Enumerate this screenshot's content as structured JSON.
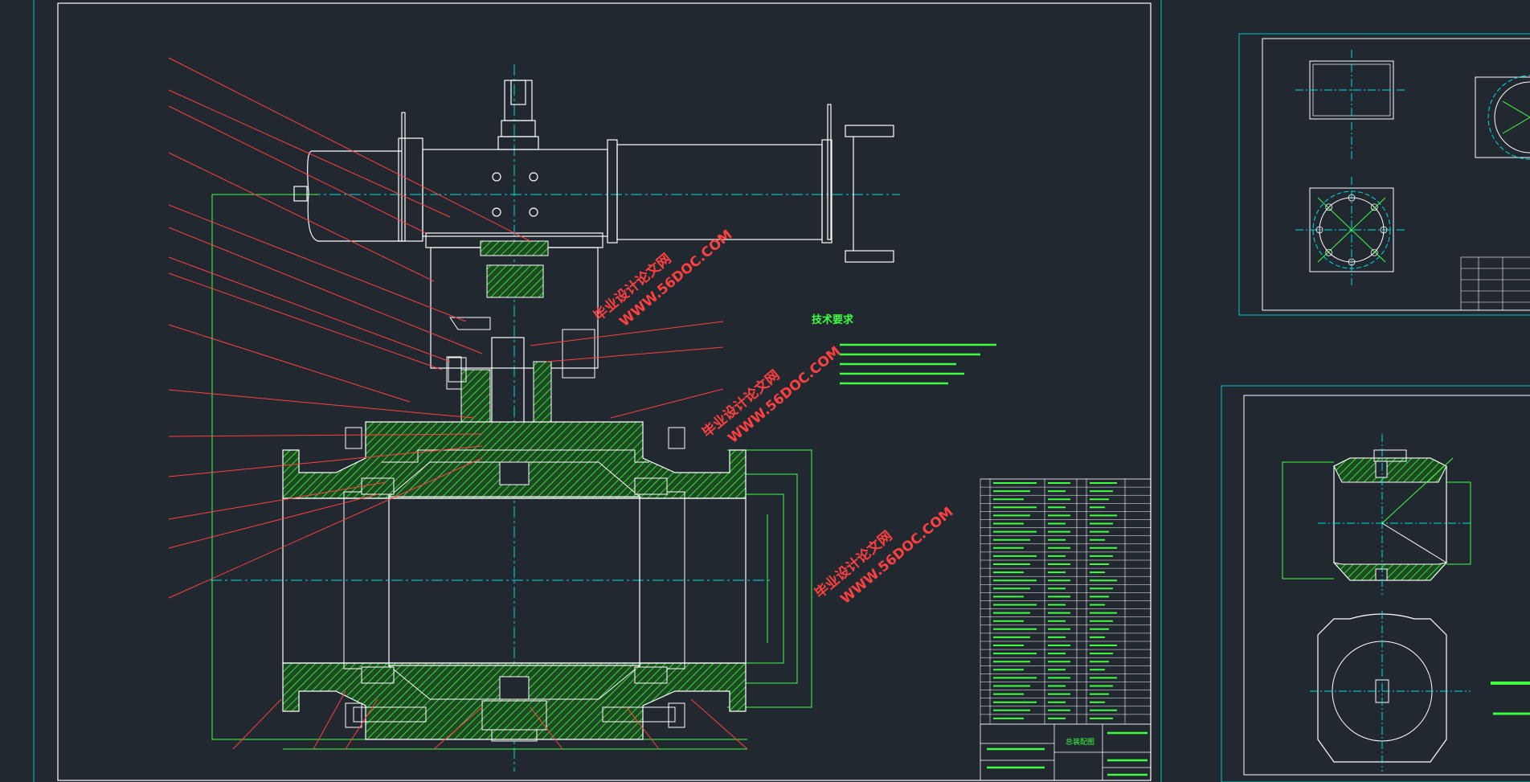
{
  "watermarks": [
    {
      "line1": "毕业设计论文网",
      "line2": "WWW.56DOC.COM"
    },
    {
      "line1": "毕业设计论文网",
      "line2": "WWW.56DOC.COM"
    },
    {
      "line1": "毕业设计论文网",
      "line2": "WWW.56DOC.COM"
    }
  ],
  "tech_requirements": {
    "title": "技术要求"
  },
  "title_block": {
    "drawing_title": "总装配图"
  },
  "colors": {
    "background": "#212830",
    "outline": "#ffffff",
    "hatch": "#40ff40",
    "leader": "#ff4040",
    "centerline": "#00e0e0",
    "frame": "#00c8c8"
  }
}
